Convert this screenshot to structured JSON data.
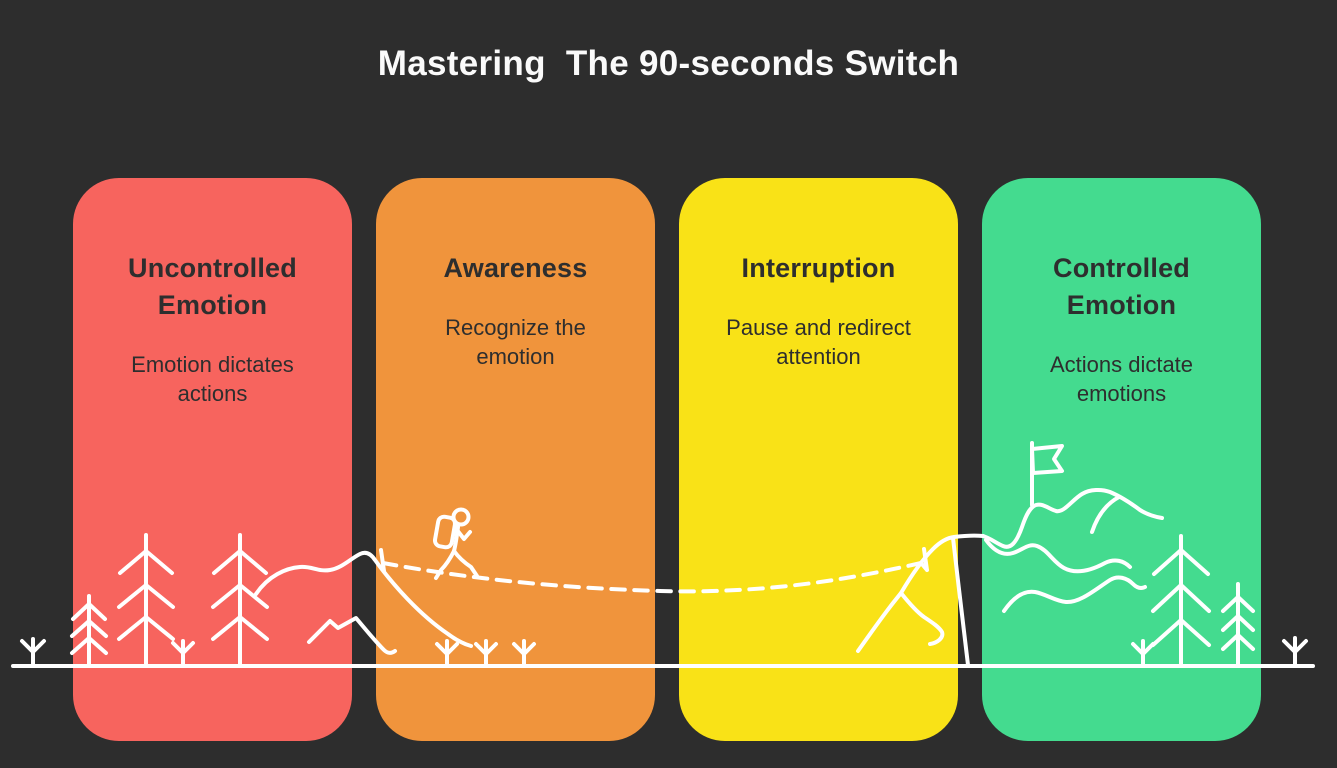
{
  "title": "Mastering  The 90-seconds Switch",
  "colors": {
    "background": "#2D2D2D",
    "title_text": "#FAFAFA",
    "card_text": "#2E2E2E",
    "illustration_line": "#FFFFFF",
    "red": "#F7645E",
    "orange": "#F0943C",
    "yellow": "#F9E217",
    "green": "#44DB8F"
  },
  "cards": [
    {
      "title": "Uncontrolled Emotion",
      "description": "Emotion dictates actions",
      "color": "#F7645E"
    },
    {
      "title": "Awareness",
      "description": "Recognize the emotion",
      "color": "#F0943C"
    },
    {
      "title": "Interruption",
      "description": "Pause and redirect attention",
      "color": "#F9E217"
    },
    {
      "title": "Controlled Emotion",
      "description": "Actions dictate emotions",
      "color": "#44DB8F"
    }
  ],
  "illustration": {
    "elements": [
      "ground-line",
      "pine-trees",
      "saplings",
      "hills",
      "hiker-with-backpack",
      "dashed-trail",
      "mountains",
      "summit-flag"
    ]
  }
}
